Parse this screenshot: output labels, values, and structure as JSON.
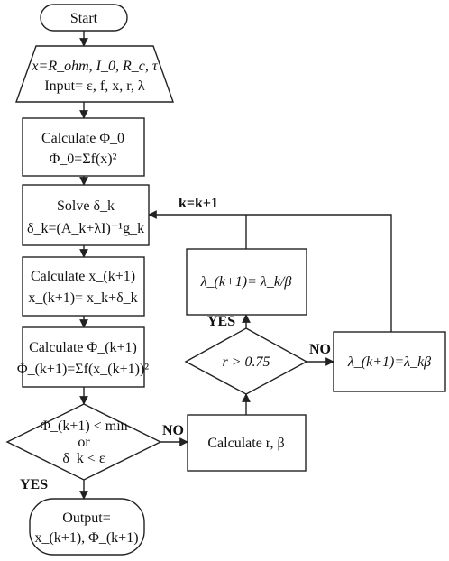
{
  "nodes": {
    "start": {
      "label": "Start"
    },
    "input": {
      "line1": "x=R_ohm, I_0, R_c, τ",
      "line2": "Input= ε, f, x, r, λ"
    },
    "calc_phi0": {
      "line1": "Calculate Φ_0",
      "line2": "Φ_0=Σf(x)²"
    },
    "solve": {
      "line1": "Solve δ_k",
      "line2": "δ_k=(A_k+λI)⁻¹g_k"
    },
    "calc_x": {
      "line1": "Calculate x_(k+1)",
      "line2": "x_(k+1)= x_k+δ_k"
    },
    "calc_phi": {
      "line1": "Calculate Φ_(k+1)",
      "line2": "Φ_(k+1)=Σf(x_(k+1))²"
    },
    "decision1": {
      "line1": "Φ_(k+1) < min",
      "line2": "or",
      "line3": "δ_k < ε"
    },
    "calc_rb": {
      "label": "Calculate r, β"
    },
    "decision2": {
      "label": "r > 0.75"
    },
    "lam_div": {
      "label": "λ_(k+1)= λ_k/β"
    },
    "lam_mul": {
      "label": "λ_(k+1)=λ_kβ"
    },
    "output": {
      "line1": "Output=",
      "line2": "x_(k+1), Φ_(k+1)"
    }
  },
  "edges": {
    "no1": "NO",
    "no2": "NO",
    "yes1": "YES",
    "yes2": "YES",
    "loop": "k=k+1"
  }
}
